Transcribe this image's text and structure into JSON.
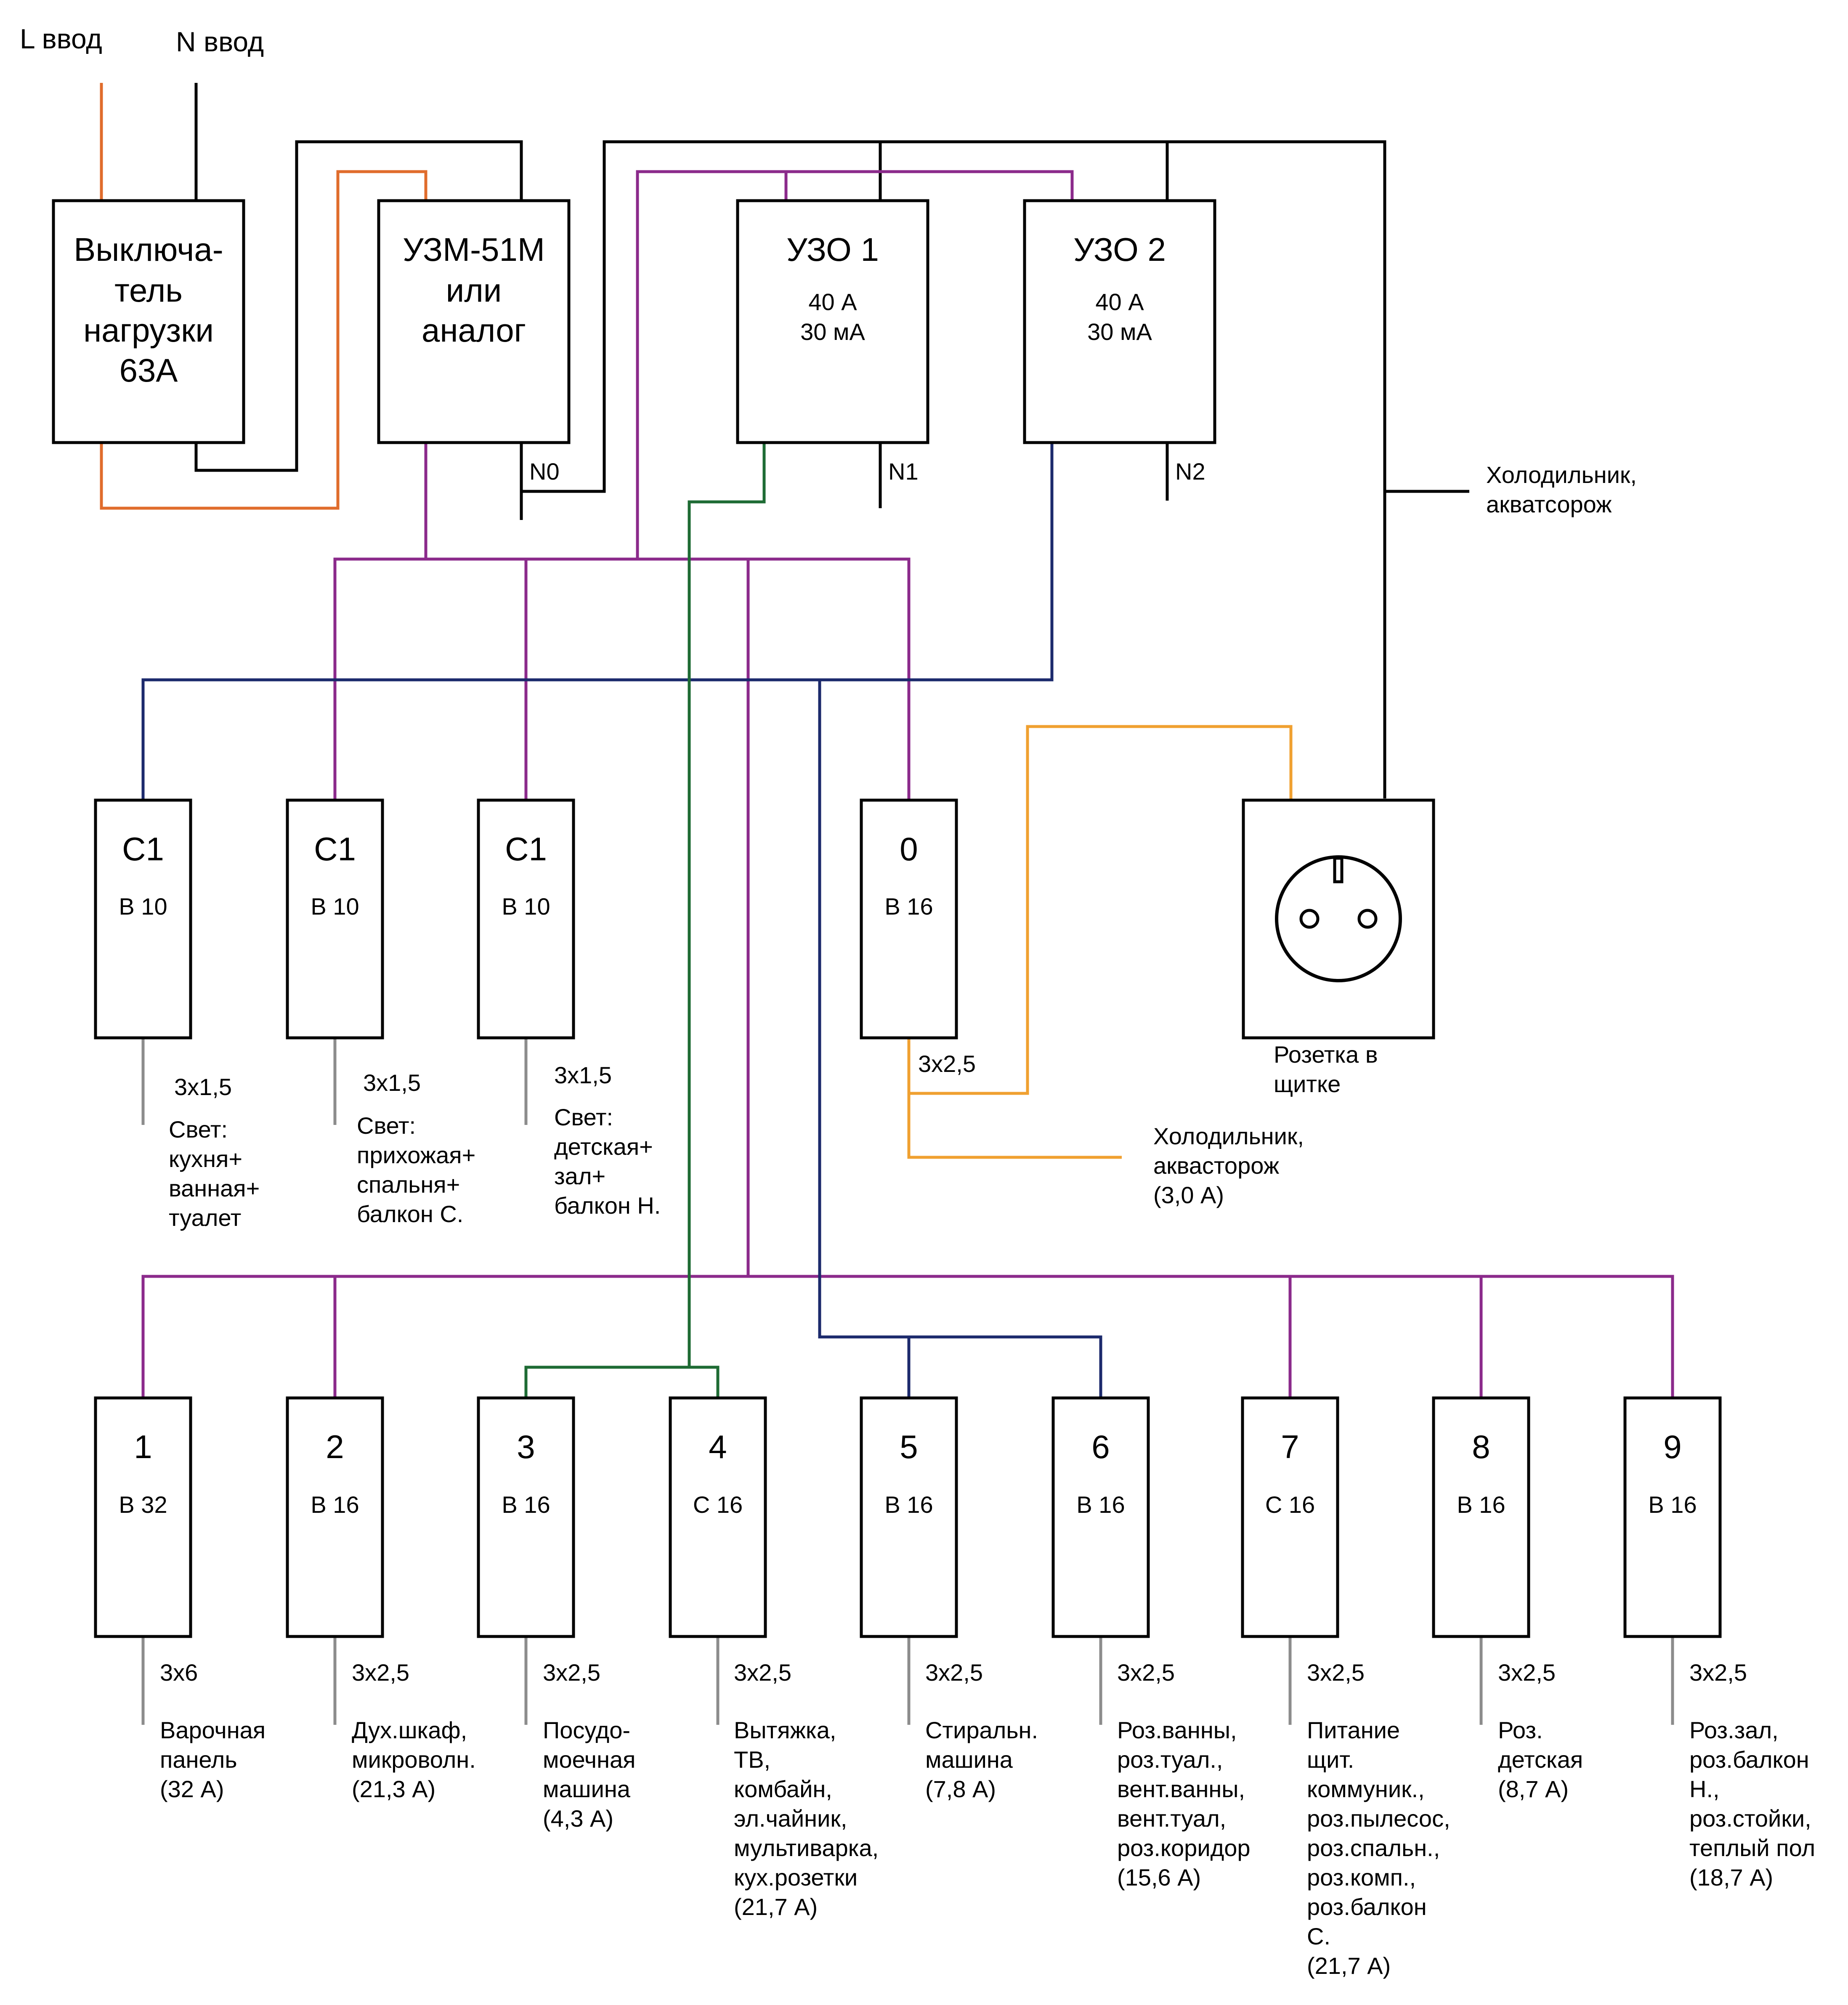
{
  "colors": {
    "phase_input": "#e06c2c",
    "neutral": "#000000",
    "line_after_uzm": "#8b2a8b",
    "neutral_rcd2": "#1c2a6c",
    "neutral_rcd1": "#1e6b34",
    "fridge_line": "#f0a030",
    "cable": "#8c8c8c"
  },
  "inputs": {
    "l_label": "L ввод",
    "n_label": "N ввод"
  },
  "switch": {
    "lines": [
      "Выключа-",
      "тель",
      "нагрузки",
      "63А"
    ]
  },
  "uzm": {
    "lines": [
      "УЗМ-51М",
      "или",
      "аналог"
    ]
  },
  "rcd1": {
    "title": "УЗО 1",
    "rating": "40 А",
    "leak": "30 мА",
    "neutral_label": "N1"
  },
  "rcd2": {
    "title": "УЗО 2",
    "rating": "40 А",
    "leak": "30 мА",
    "neutral_label": "N2"
  },
  "n0_label": "N0",
  "fridge_neutral_label": [
    "Холодильник,",
    "акватсорож"
  ],
  "row1": [
    {
      "id": "С1",
      "rating": "В 10",
      "cable": "3х1,5",
      "load": [
        "Свет:",
        "кухня+",
        "ванная+",
        "туалет"
      ]
    },
    {
      "id": "С1",
      "rating": "В 10",
      "cable": "3х1,5",
      "load": [
        "Свет:",
        "прихожая+",
        "спальня+",
        "балкон С."
      ]
    },
    {
      "id": "С1",
      "rating": "В 10",
      "cable": "3х1,5",
      "load": [
        "Свет:",
        "детская+",
        "зал+",
        "балкон Н."
      ]
    },
    {
      "id": "0",
      "rating": "В 16",
      "cable": "3х2,5",
      "load": [
        "Холодильник,",
        "аквасторож",
        "(3,0 А)"
      ]
    }
  ],
  "socket": {
    "label": [
      "Розетка в",
      "щитке"
    ]
  },
  "row2": [
    {
      "id": "1",
      "rating": "В 32",
      "cable": "3х6",
      "load": [
        "Варочная",
        "панель",
        "(32 А)"
      ]
    },
    {
      "id": "2",
      "rating": "В 16",
      "cable": "3х2,5",
      "load": [
        "Дух.шкаф,",
        "микроволн.",
        "(21,3 А)"
      ]
    },
    {
      "id": "3",
      "rating": "В 16",
      "cable": "3х2,5",
      "load": [
        "Посудо-",
        "моечная",
        "машина",
        "(4,3 А)"
      ]
    },
    {
      "id": "4",
      "rating": "С 16",
      "cable": "3х2,5",
      "load": [
        "Вытяжка,",
        "ТВ,",
        "комбайн,",
        "эл.чайник,",
        "мультиварка,",
        "кух.розетки",
        "(21,7 А)"
      ]
    },
    {
      "id": "5",
      "rating": "В 16",
      "cable": "3х2,5",
      "load": [
        "Стиральн.",
        "машина",
        "(7,8 А)"
      ]
    },
    {
      "id": "6",
      "rating": "В 16",
      "cable": "3х2,5",
      "load": [
        "Роз.ванны,",
        "роз.туал.,",
        "вент.ванны,",
        "вент.туал,",
        "роз.коридор",
        "(15,6 А)"
      ]
    },
    {
      "id": "7",
      "rating": "С 16",
      "cable": "3х2,5",
      "load": [
        "Питание",
        "щит.",
        "коммуник.,",
        "роз.пылесос,",
        "роз.спальн.,",
        "роз.комп.,",
        "роз.балкон",
        "С.",
        "(21,7 А)"
      ]
    },
    {
      "id": "8",
      "rating": "В 16",
      "cable": "3х2,5",
      "load": [
        "Роз.",
        "детская",
        "(8,7 А)"
      ]
    },
    {
      "id": "9",
      "rating": "В 16",
      "cable": "3х2,5",
      "load": [
        "Роз.зал,",
        "роз.балкон",
        "Н.,",
        "роз.стойки,",
        "теплый пол",
        "(18,7 А)"
      ]
    }
  ]
}
